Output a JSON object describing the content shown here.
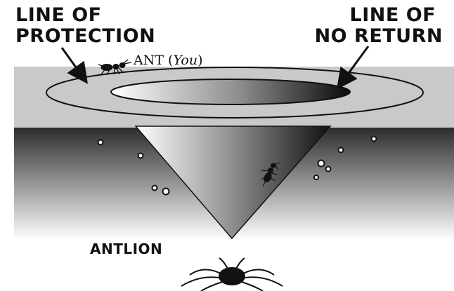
{
  "labels": {
    "line_of_protection": [
      "LINE OF",
      "PROTECTION"
    ],
    "line_of_no_return": [
      "LINE OF",
      "NO RETURN"
    ],
    "ant_prefix": "ANT (",
    "ant_you": "You",
    "ant_suffix": ")",
    "antlion": "ANTLION"
  },
  "colors": {
    "surface": "#c9c9c9",
    "ink": "#111111",
    "background": "#ffffff"
  },
  "icons": [
    "ant-icon",
    "antlion-icon",
    "arrow-icon",
    "bubble-icon"
  ]
}
